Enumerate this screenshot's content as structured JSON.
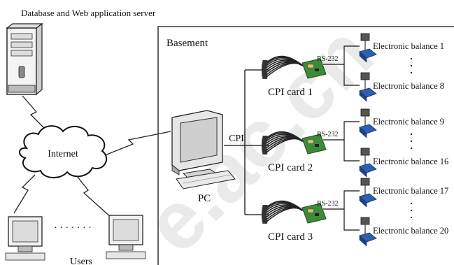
{
  "server_label": "Database and Web application server",
  "basement_label": "Basement",
  "internet_label": "Internet",
  "users_label": "Users",
  "users_dots": "· · · · · · ·",
  "pc_label": "PC",
  "cpi_label": "CPI",
  "watermark": "e.ac.cn",
  "cards": [
    {
      "label": "CPI card 1",
      "rs_label": "RS-232",
      "balance_top": "Electronic balance 1",
      "balance_bottom": "Electronic balance 8"
    },
    {
      "label": "CPI card 2",
      "rs_label": "RS-232",
      "balance_top": "Electronic balance 9",
      "balance_bottom": "Electronic balance 16"
    },
    {
      "label": "CPI card 3",
      "rs_label": "RS-232",
      "balance_top": "Electronic balance 17",
      "balance_bottom": "Electronic balance 20"
    }
  ],
  "colors": {
    "balance_blue": "#2f5fb0",
    "card_green": "#3f8a3a",
    "cable_dark": "#222222"
  }
}
